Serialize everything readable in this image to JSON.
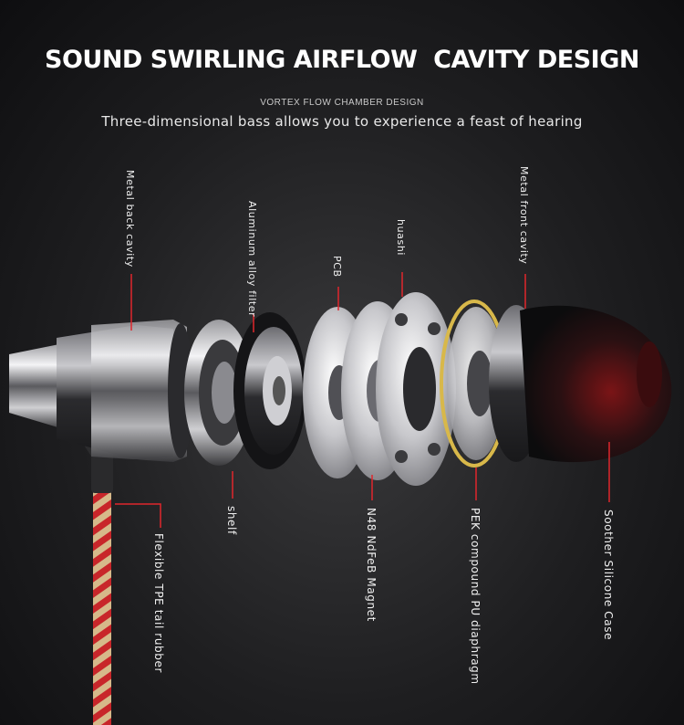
{
  "header": {
    "title": "SOUND SWIRLING AIRFLOW  CAVITY DESIGN",
    "subtitle": "VORTEX FLOW CHAMBER DESIGN",
    "tagline": "Three-dimensional bass allows you to experience a feast of hearing"
  },
  "labels": {
    "metal_back_cavity": "Metal back cavity",
    "aluminum_filter": "Aluminum alloy filter",
    "pcb": "PCB",
    "huashi": "huashi",
    "metal_front_cavity": "Metal front cavity",
    "shelf": "shelf",
    "magnet": "N48 NdFeB Magnet",
    "diaphragm": "PEK compound PU diaphragm",
    "silicone_case": "Soother Silicone Case",
    "tail_rubber": "Flexible TPE tail rubber"
  },
  "colors": {
    "accent_line": "#e0262c",
    "gold_ring": "#d8b84a",
    "cable_red": "#c8262a",
    "cable_gold": "#d6b98a"
  }
}
